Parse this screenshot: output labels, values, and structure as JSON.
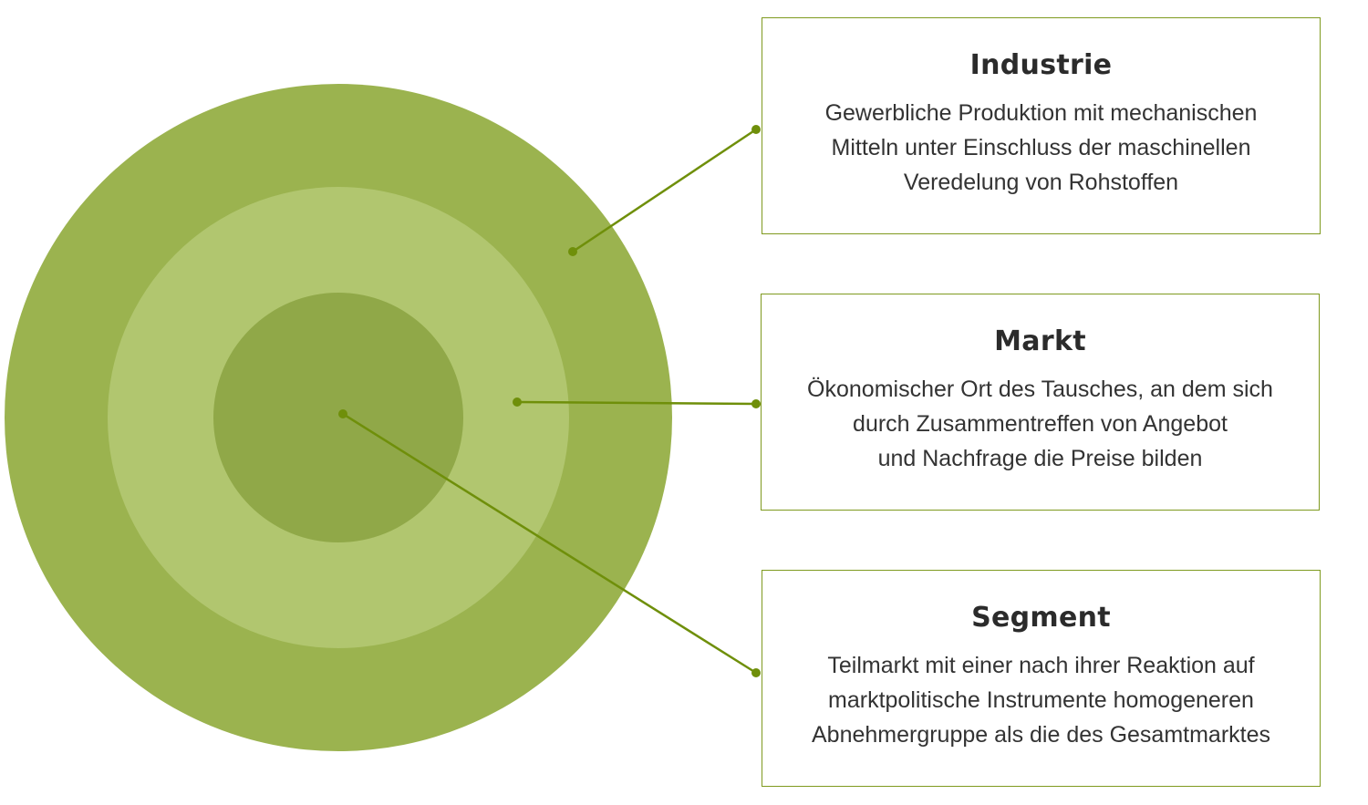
{
  "colors": {
    "outer_ring": "#9bb34f",
    "middle_ring": "#b1c66f",
    "inner_circle": "#90a848",
    "connector": "#6f8f0a",
    "box_border": "#7f9a1f"
  },
  "boxes": {
    "industrie": {
      "title": "Industrie",
      "description": "Gewerbliche Produktion mit mechanischen\nMitteln unter Einschluss der maschinellen\nVeredelung von Rohstoffen"
    },
    "markt": {
      "title": "Markt",
      "description": "Ökonomischer Ort des Tausches, an dem sich\ndurch Zusammentreffen von Angebot\nund Nachfrage die Preise bilden"
    },
    "segment": {
      "title": "Segment",
      "description": "Teilmarkt mit einer nach ihrer Reaktion auf\nmarktpolitische Instrumente homogeneren\nAbnehmergruppe als die des Gesamtmarktes"
    }
  }
}
